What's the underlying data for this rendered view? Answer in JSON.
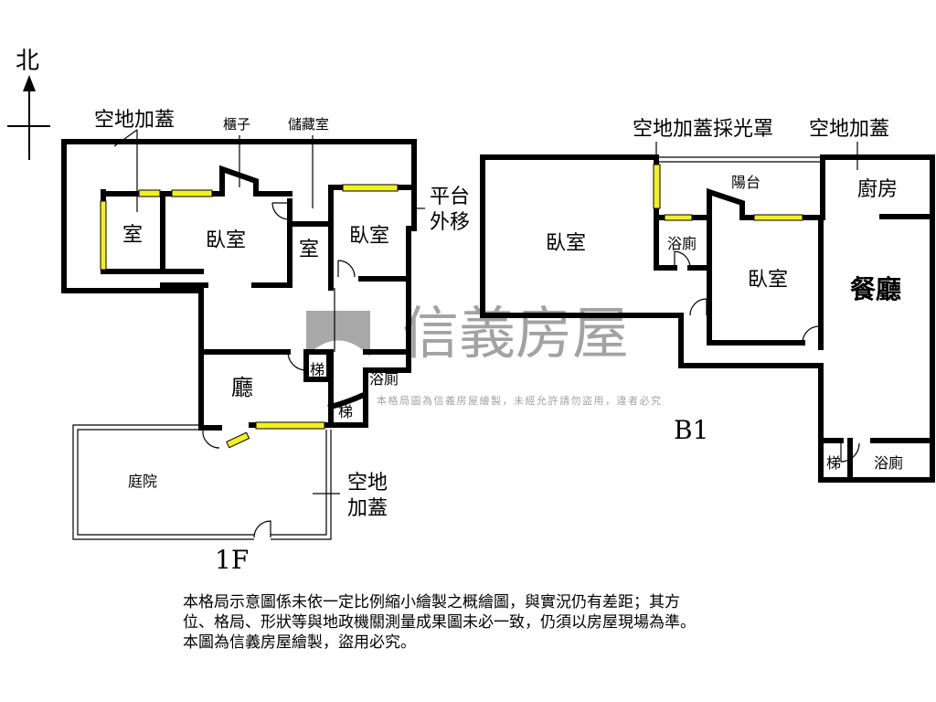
{
  "compass": {
    "north_label": "北"
  },
  "floor_1f": {
    "floor_label": "1F",
    "annotations": {
      "open_space_top": "空地加蓋",
      "cabinet": "櫃子",
      "storage": "儲藏室",
      "platform_line1": "平台",
      "platform_line2": "外移",
      "open_space_bottom_line1": "空地",
      "open_space_bottom_line2": "加蓋"
    },
    "rooms": {
      "room_small": "室",
      "bedroom_1": "臥室",
      "room_mid": "室",
      "bedroom_2": "臥室",
      "stairs_1": "梯",
      "stairs_2": "梯",
      "bathroom": "浴廁",
      "living_room": "廳",
      "courtyard": "庭院"
    }
  },
  "floor_b1": {
    "floor_label": "B1",
    "annotations": {
      "skylight": "空地加蓋採光罩",
      "open_space": "空地加蓋"
    },
    "rooms": {
      "balcony": "陽台",
      "kitchen": "廚房",
      "bedroom_1": "臥室",
      "bathroom_1": "浴廁",
      "bedroom_2": "臥室",
      "dining_room": "餐廳",
      "stairs": "梯",
      "bathroom_2": "浴廁"
    }
  },
  "watermark": {
    "brand": "信義房屋",
    "notice": "本格局圖為信義房屋繪製，未經允許請勿盜用，違者必究"
  },
  "disclaimer": {
    "line1": "本格局示意圖係未依一定比例縮小繪製之概繪圖，與實況仍有差距；其方",
    "line2": "位、格局、形狀等與地政機關測量成果圖未必一致，仍須以房屋現場為準。",
    "line3": "本圖為信義房屋繪製，盜用必究。"
  },
  "colors": {
    "window": "#f2f020",
    "wall": "#000000",
    "watermark": "#8c8c8c"
  }
}
